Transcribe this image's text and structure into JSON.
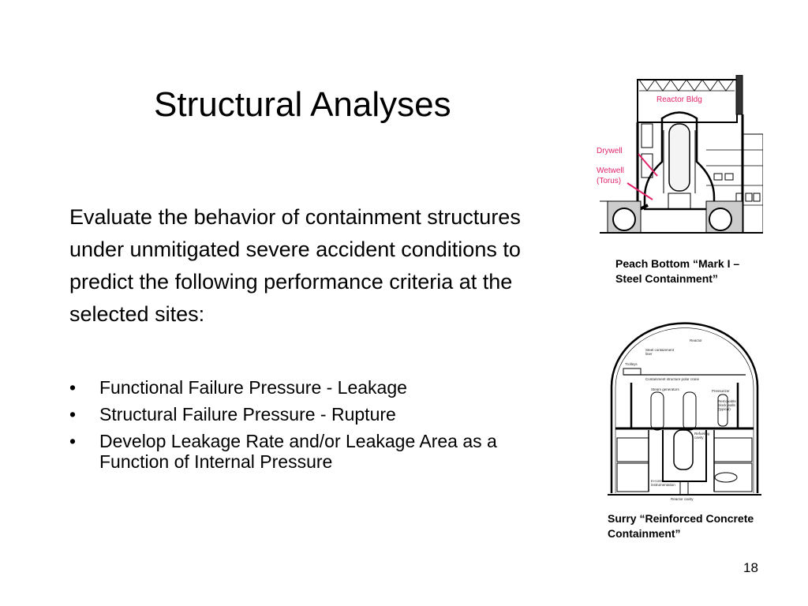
{
  "slide": {
    "title": "Structural Analyses",
    "intro": "Evaluate the behavior of containment structures under unmitigated severe accident conditions to predict the following performance criteria at the selected sites:",
    "bullets": [
      "Functional Failure Pressure - Leakage",
      "Structural Failure Pressure - Rupture",
      "Develop Leakage Rate and/or Leakage Area as a Function of Internal Pressure"
    ],
    "bullet_glyph": "•",
    "page_number": "18"
  },
  "figure_mark1": {
    "label_reactor_bldg": "Reactor Bldg",
    "label_drywell": "Drywell",
    "label_wetwell_1": "Wetwell",
    "label_wetwell_2": "(Torus)",
    "caption_line1": "Peach Bottom “Mark I –",
    "caption_line2": "Steel Containment”"
  },
  "figure_surry": {
    "label_reactor": "Reactor",
    "label_liner_1": "Steel containment",
    "label_liner_2": "liner",
    "label_trolleys": "Trolleys",
    "label_crane": "Containment structure polar crane",
    "label_steam_gen": "Steam generators",
    "label_pressurizer": "Pressurizer",
    "label_removable_1": "Removable",
    "label_removable_2": "block walls",
    "label_removable_3": "(typical)",
    "label_refueling_1": "Refueling",
    "label_refueling_2": "cavity",
    "label_incore_1": "In-core",
    "label_incore_2": "instrumentation",
    "label_cavity": "Reactor cavity",
    "caption_line1": "Surry “Reinforced Concrete",
    "caption_line2": "Containment”"
  },
  "colors": {
    "annotation": "#e2246b",
    "text": "#000000",
    "background": "#ffffff"
  }
}
